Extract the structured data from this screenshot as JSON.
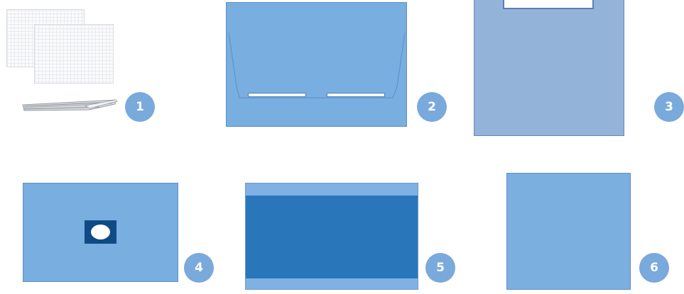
{
  "items": [
    {
      "number": "1",
      "icon": "gauze-pads-icon"
    },
    {
      "number": "2",
      "icon": "drape-with-slits-icon"
    },
    {
      "number": "3",
      "icon": "drape-with-window-icon"
    },
    {
      "number": "4",
      "icon": "fenestrated-drape-icon"
    },
    {
      "number": "5",
      "icon": "two-tone-drape-icon"
    },
    {
      "number": "6",
      "icon": "plain-drape-icon"
    }
  ],
  "colors": {
    "badge": "#7aa9dc",
    "drape_blue": "#78aee0",
    "drape_grey_blue": "#94b3d9",
    "drape_dark_blue": "#2a76bb",
    "fenestration_dark": "#0f4a84"
  }
}
